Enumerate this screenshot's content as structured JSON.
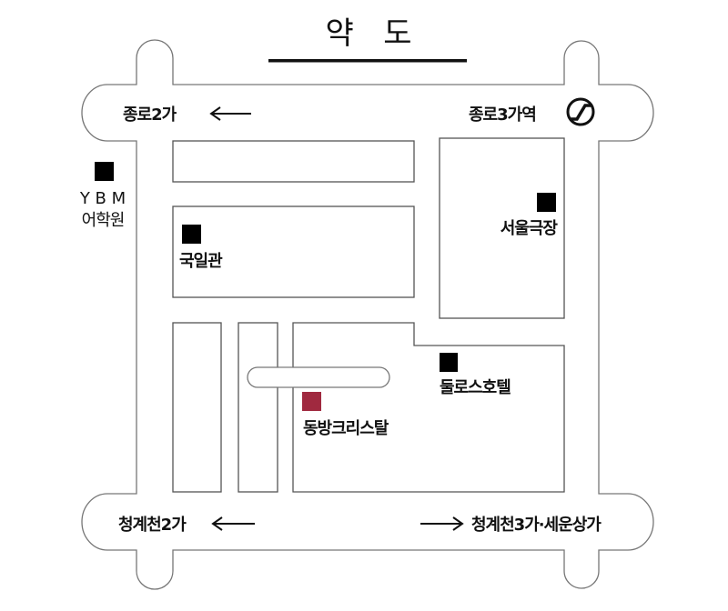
{
  "title": "약   도",
  "roads": {
    "top_left": "종로2가",
    "top_right": "종로3가역",
    "bottom_left": "청계천2가",
    "bottom_right": "청계천3가·세운상가"
  },
  "places": {
    "ybm_line1": "Y B M",
    "ybm_line2": "어학원",
    "gugilgwan": "국일관",
    "seoul_theater": "서울극장",
    "doulos_hotel": "둘로스호텔",
    "dongbang_crystal": "동방크리스탈"
  },
  "icons": {
    "subway": "subway-station-icon",
    "arrow_left": "arrow-left-icon",
    "arrow_right": "arrow-right-icon"
  },
  "colors": {
    "highlight": "#a0293f",
    "marker": "#000000"
  }
}
